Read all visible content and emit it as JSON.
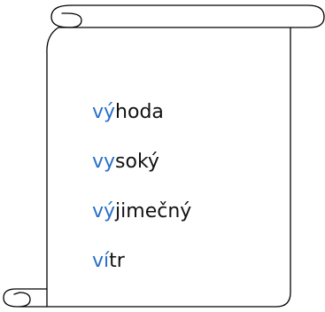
{
  "colors": {
    "highlight": "#2a6fc9",
    "text": "#111111",
    "outline": "#000000",
    "background": "#ffffff"
  },
  "words": [
    {
      "highlight": "vý",
      "rest": "hoda"
    },
    {
      "highlight": "vy",
      "rest": "soký"
    },
    {
      "highlight": "vý",
      "rest": "jimečný"
    },
    {
      "highlight": "ví",
      "rest": "tr"
    }
  ]
}
